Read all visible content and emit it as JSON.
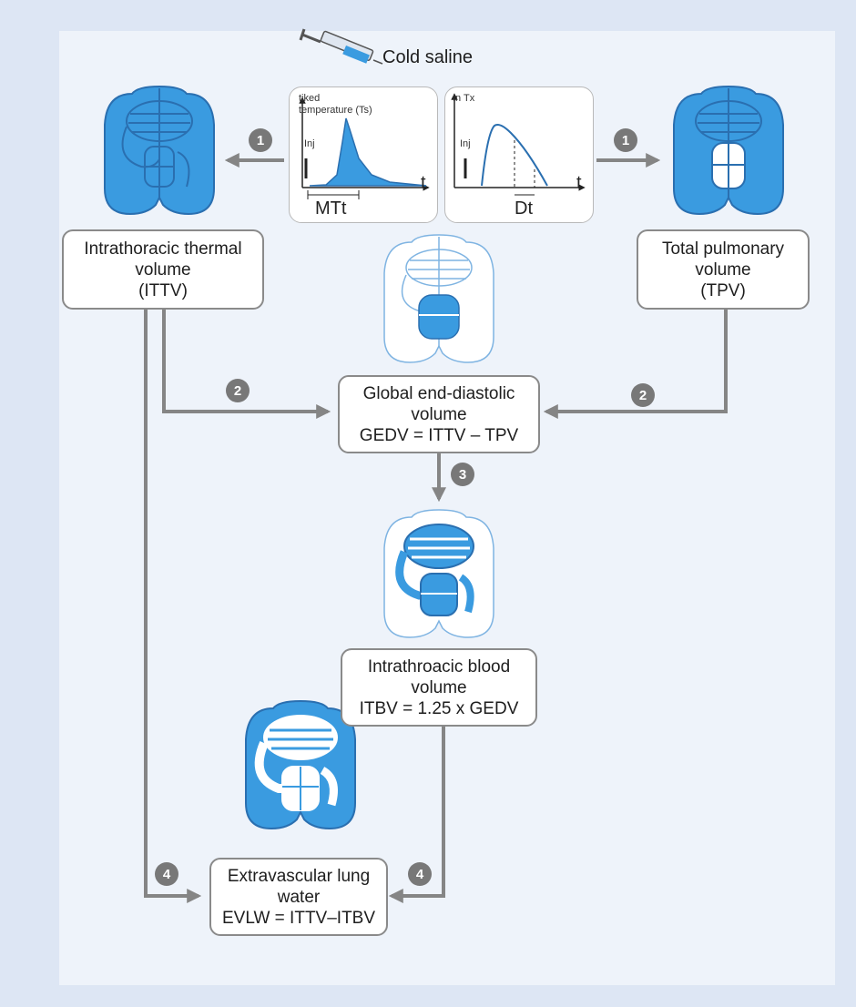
{
  "header": {
    "injectate_label": "Cold saline"
  },
  "charts": {
    "left": {
      "title_line1": "tiked",
      "title_line2": "temperature (Ts)",
      "inj_label": "Inj",
      "x_axis_label": "t",
      "interval_label": "MTt"
    },
    "right": {
      "title": "In Tx",
      "inj_label": "Inj",
      "x_axis_label": "t",
      "interval_label": "Dt"
    }
  },
  "nodes": {
    "ittv": {
      "lines": [
        "Intrathoracic thermal",
        "volume",
        "(ITTV)"
      ]
    },
    "tpv": {
      "lines": [
        "Total pulmonary",
        "volume",
        "(TPV)"
      ]
    },
    "gedv": {
      "lines": [
        "Global end-diastolic",
        "volume",
        "GEDV = ITTV – TPV"
      ]
    },
    "itbv": {
      "lines": [
        "Intrathroacic blood",
        "volume",
        "ITBV = 1.25 x GEDV"
      ]
    },
    "evlw": {
      "lines": [
        "Extravascular lung",
        "water",
        "EVLW = ITTV–ITBV"
      ]
    }
  },
  "steps": {
    "left_1": "1",
    "right_1": "1",
    "left_2": "2",
    "right_2": "2",
    "mid_3": "3",
    "left_4": "4",
    "right_4": "4"
  },
  "colors": {
    "heart_fill": "#3a9be0",
    "heart_stroke": "#2a6fb0",
    "arrow": "#858585",
    "badge": "#787878"
  }
}
